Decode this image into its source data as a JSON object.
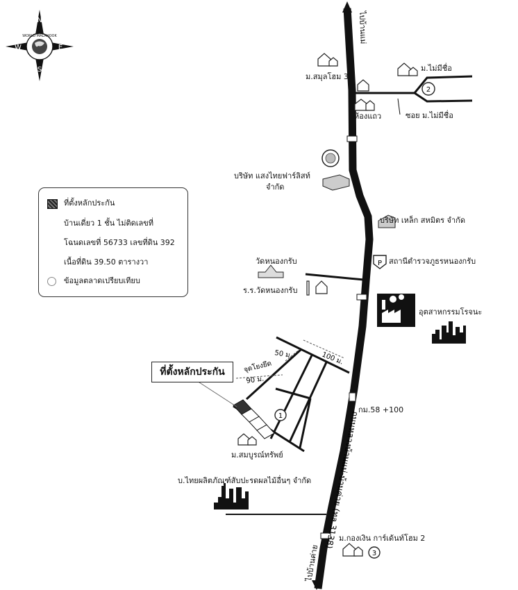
{
  "compass": {
    "ring_text": "WORLD MALAHOOK",
    "north": "N",
    "south": "S",
    "east": "E",
    "west": "W"
  },
  "roads": {
    "top_destination": "ไปบ้านแม่",
    "bottom_destination": "ไปบ้านค่าย",
    "highway_name": "ถนนหลวงบ้านแม่-บ้านค่าย (ทล.3138)",
    "soi": "ซอย ม.ไม่มีชื่อ",
    "km_marker": "กม.58 +100"
  },
  "landmarks": {
    "village_3": "ม.สมุลโฮม 3",
    "shophouse": "ห้องแถว",
    "village_unnamed": "ม.ไม่มีชื่อ",
    "company_line1": "บริษัท แสงไทยฟาร์ลิสท์",
    "company_line2": "จำกัด",
    "steel_company": "บริษัท เหล็ก สหมิตร จำกัด",
    "police": "สถานีตำรวจภูธรหนองกรับ",
    "police_glyph": "P",
    "temple": "วัดหนองกรับ",
    "school": "ร.ร.วัดหนองกรับ",
    "industrial": "อุตสาหกรรมโรจนะ",
    "village_samboon": "ม.สมบูรณ์ทรัพย์",
    "fruit_company": "บ.ไทยผลิตภัณฑ์สับปะรดผลไม้อื่นๆ จำกัด",
    "village_golden": "ม.กองเงิน การ์เด้นท์โฮม 2"
  },
  "markers": {
    "m1": "1",
    "m2": "2",
    "m3": "3"
  },
  "measurements": {
    "ref_point": "จุดโยงยึด",
    "dist_50": "50 ม.",
    "dist_100": "100 ม.",
    "dist_90": "90 ม."
  },
  "callout": "ที่ตั้งหลักประกัน",
  "legend": {
    "title": "ที่ตั้งหลักประกัน",
    "line1": "บ้านเดี่ยว 1 ชั้น ไม่ติดเลขที่",
    "line2": "โฉนดเลขที่ 56733 เลขที่ดิน 392",
    "line3": "เนื้อที่ดิน 39.50 ตารางวา",
    "comparison": "ข้อมูลตลาดเปรียบเทียบ"
  }
}
